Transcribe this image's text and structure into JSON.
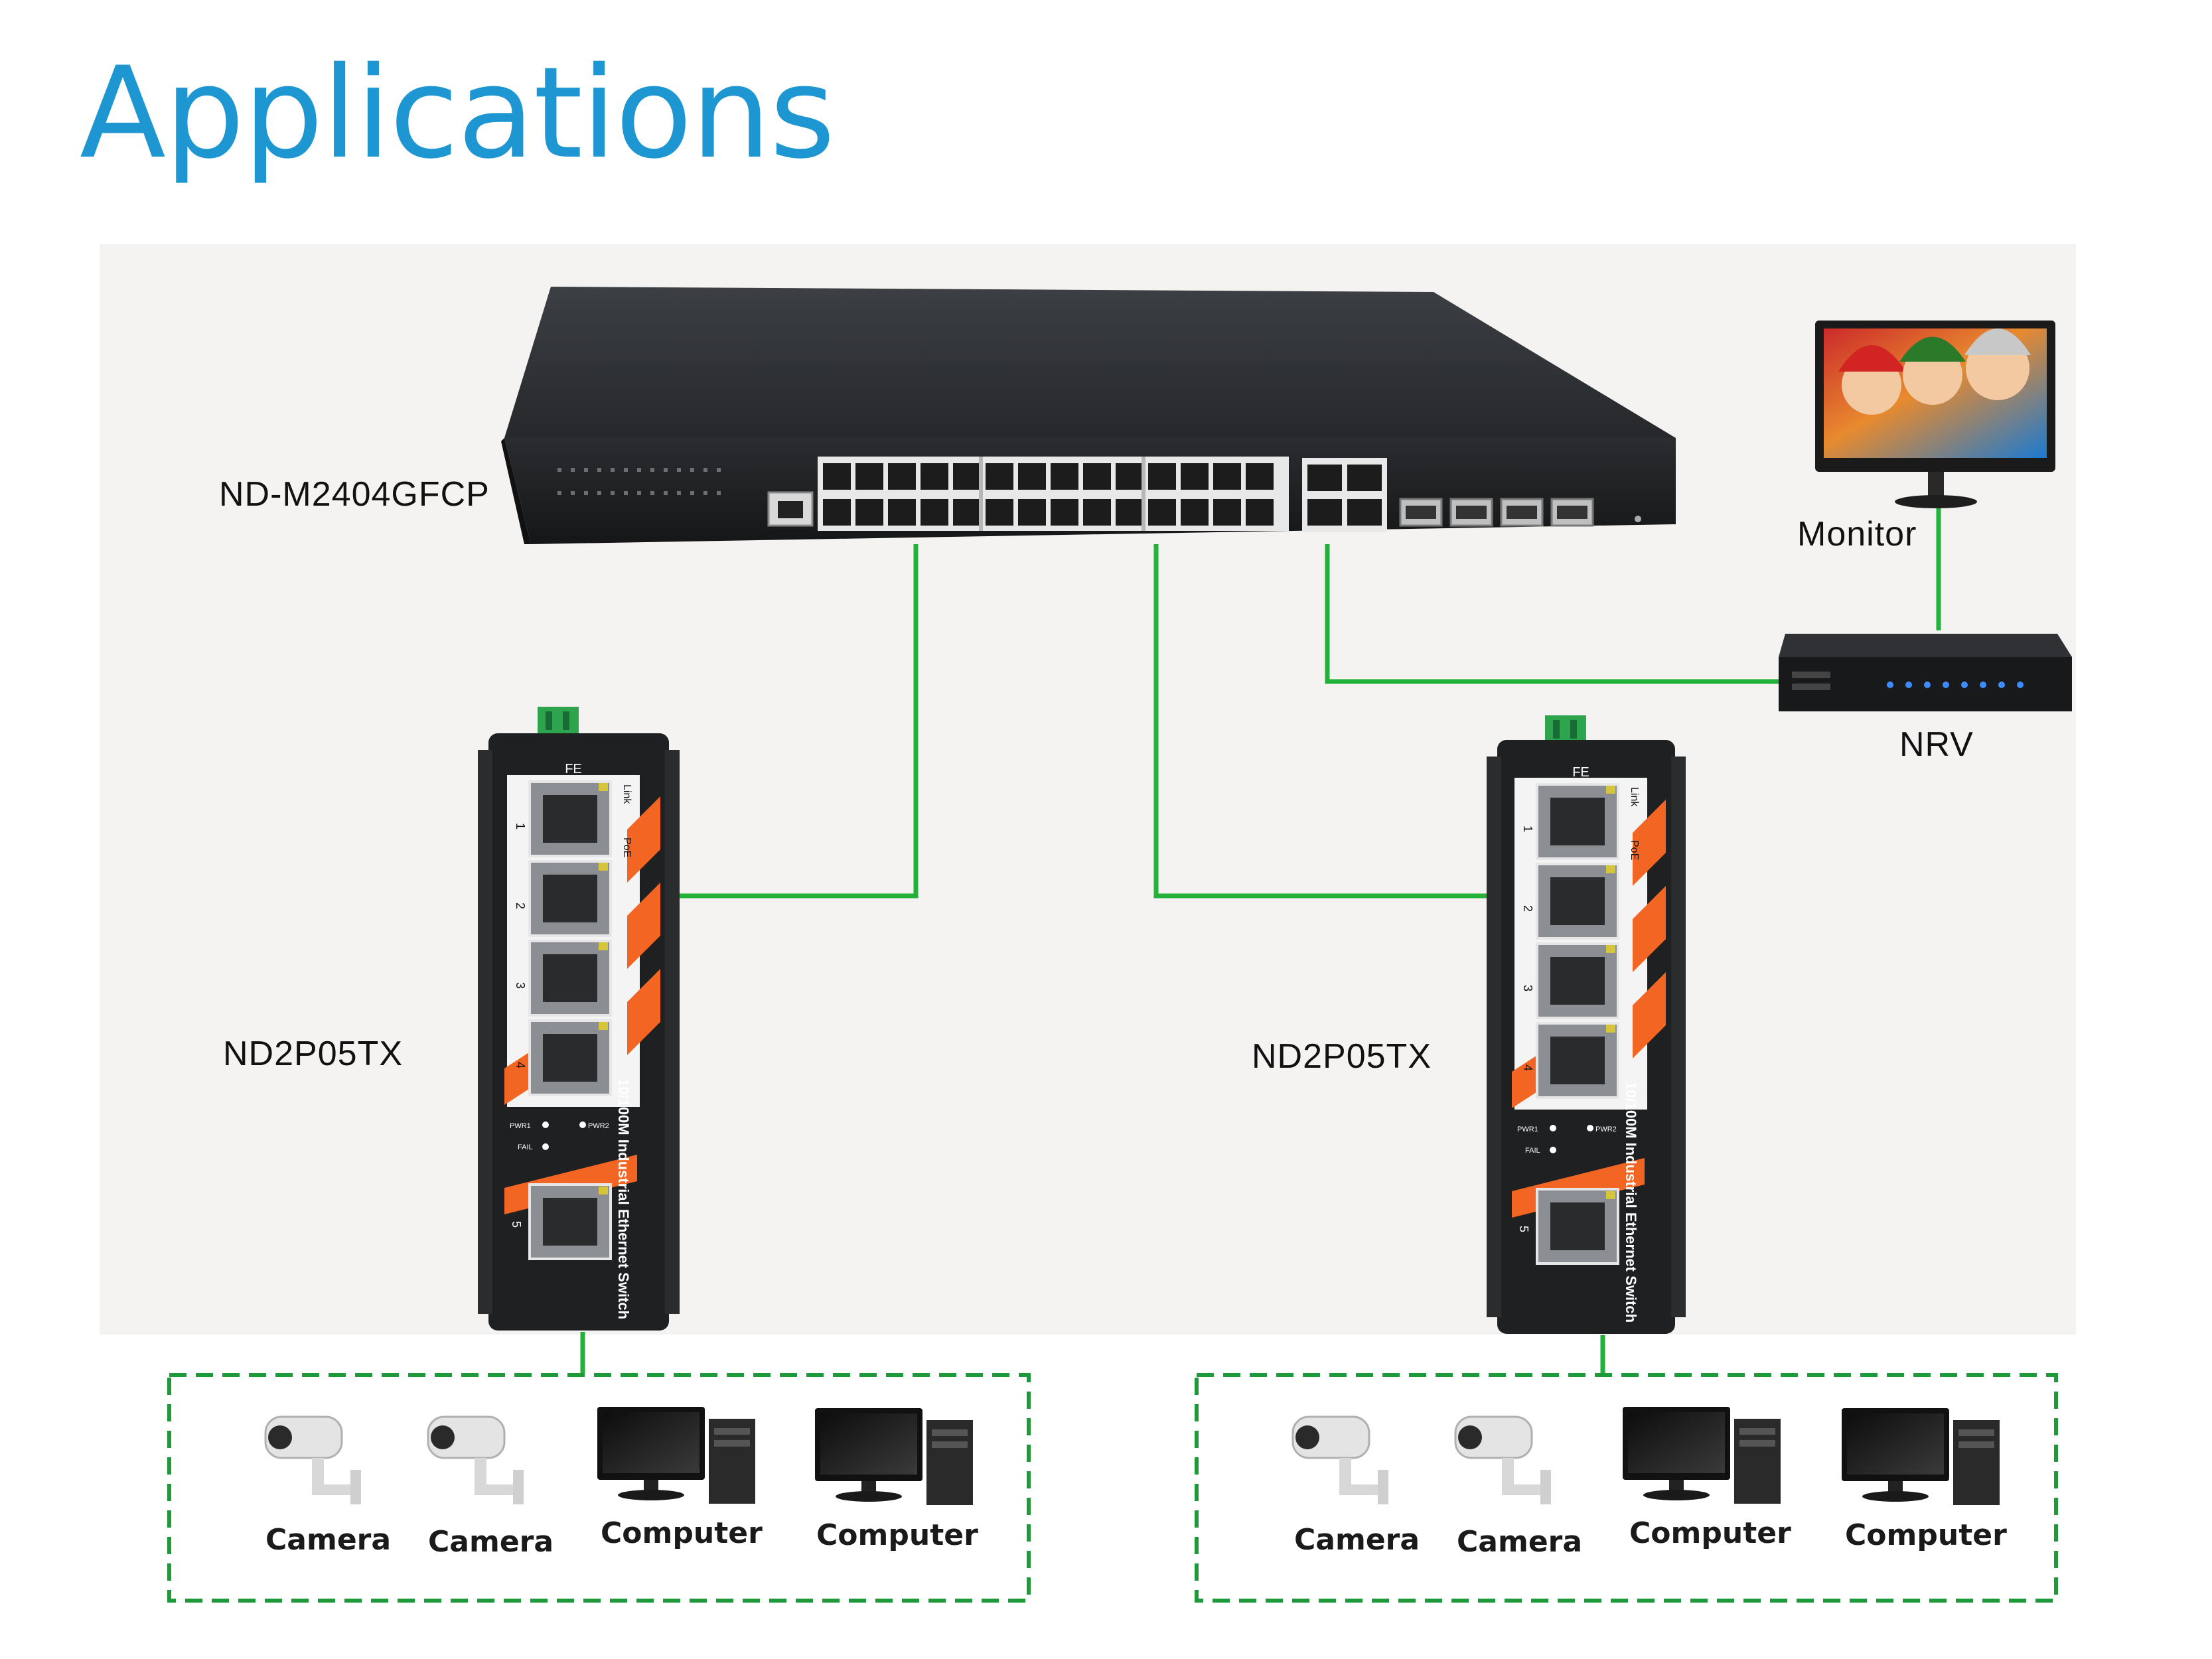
{
  "title": "Applications",
  "devices": {
    "core_switch": "ND-M2404GFCP",
    "monitor": "Monitor",
    "nvr": "NRV",
    "edge_switch_left": "ND2P05TX",
    "edge_switch_right": "ND2P05TX"
  },
  "edge_switch_face": {
    "group": "FE",
    "led_link": "Link",
    "led_poe": "PoE",
    "side_text": "10/100M Industrial Ethernet Switch",
    "pwr1": "PWR1",
    "pwr2": "PWR2",
    "fail": "FAIL",
    "ports": [
      "1",
      "2",
      "3",
      "4",
      "5"
    ]
  },
  "endpoint_groups": [
    {
      "items": [
        "Camera",
        "Camera",
        "Computer",
        "Computer"
      ]
    },
    {
      "items": [
        "Camera",
        "Camera",
        "Computer",
        "Computer"
      ]
    }
  ],
  "colors": {
    "title": "#1e96d2",
    "link": "#22b23a",
    "dashed_box": "#1f9a3a",
    "accent_orange": "#f26522",
    "device_dark": "#2b2d30"
  }
}
